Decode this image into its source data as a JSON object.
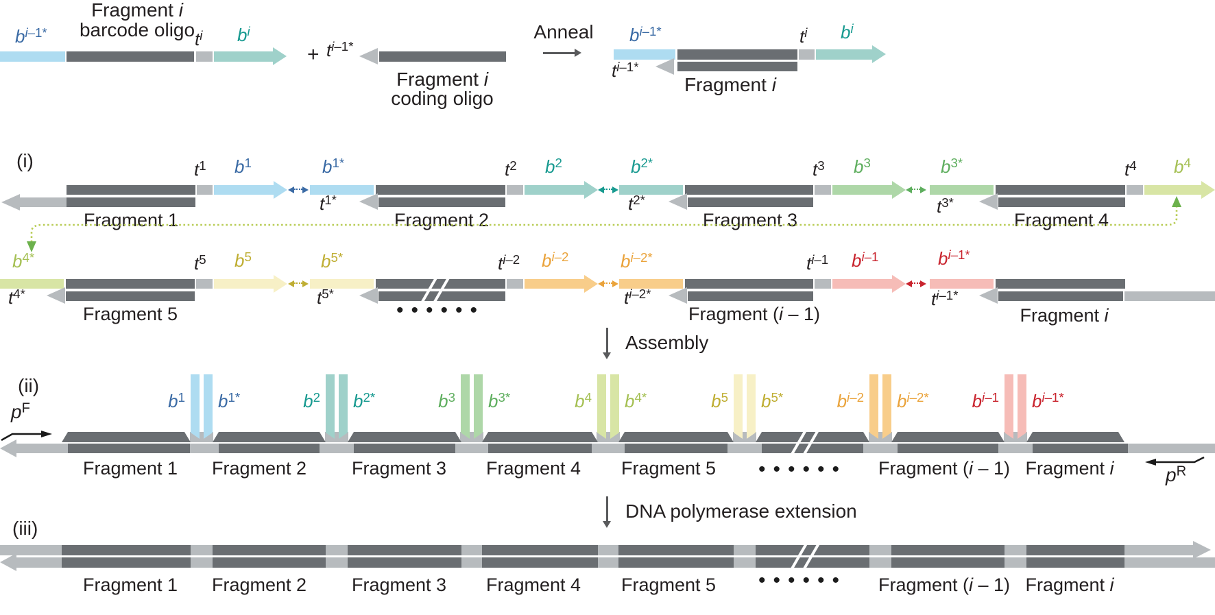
{
  "palette": {
    "dark_bar": "#6a6e72",
    "light_bar": "#b7bbbe",
    "blue_bar": "#aedcf1",
    "blue_text": "#3b6ba5",
    "teal_bar": "#9fd1ca",
    "teal_text": "#189a90",
    "green_bar": "#aed7a8",
    "green_text": "#5eae5e",
    "yellowgreen_bar": "#d8e5a5",
    "yellowgreen_text": "#a5c054",
    "yellow_bar": "#f7f0c6",
    "yellow_text": "#bfae33",
    "orange_bar": "#f8cd8a",
    "orange_text": "#eaa33b",
    "pink_bar": "#f6bcb7",
    "red_text": "#c9242e",
    "ink": "#231f20",
    "step_arrow": "#595a5c",
    "dotted_connector_line": "#b8cc55",
    "dotted_connector_head": "#6cb14c"
  },
  "top": {
    "title1": [
      {
        "t": "Fragment "
      },
      {
        "t": "i",
        "it": true
      }
    ],
    "title2": [
      {
        "t": "barcode oligo"
      }
    ],
    "plus": [
      {
        "t": "+"
      }
    ],
    "coding1": [
      {
        "t": "Fragment "
      },
      {
        "t": "i",
        "it": true
      }
    ],
    "coding2": [
      {
        "t": "coding oligo"
      }
    ],
    "anneal": [
      {
        "t": "Anneal"
      }
    ]
  },
  "markers": {
    "b1": [
      {
        "t": "b",
        "it": true
      },
      {
        "t": "1",
        "sup": true
      }
    ],
    "b1s": [
      {
        "t": "b",
        "it": true
      },
      {
        "t": "1*",
        "sup": true
      }
    ],
    "t1": [
      {
        "t": "t",
        "it": true
      },
      {
        "t": "1",
        "sup": true
      }
    ],
    "t1s": [
      {
        "t": "t",
        "it": true
      },
      {
        "t": "1*",
        "sup": true
      }
    ],
    "b2": [
      {
        "t": "b",
        "it": true
      },
      {
        "t": "2",
        "sup": true
      }
    ],
    "b2s": [
      {
        "t": "b",
        "it": true
      },
      {
        "t": "2*",
        "sup": true
      }
    ],
    "t2": [
      {
        "t": "t",
        "it": true
      },
      {
        "t": "2",
        "sup": true
      }
    ],
    "t2s": [
      {
        "t": "t",
        "it": true
      },
      {
        "t": "2*",
        "sup": true
      }
    ],
    "b3": [
      {
        "t": "b",
        "it": true
      },
      {
        "t": "3",
        "sup": true
      }
    ],
    "b3s": [
      {
        "t": "b",
        "it": true
      },
      {
        "t": "3*",
        "sup": true
      }
    ],
    "t3": [
      {
        "t": "t",
        "it": true
      },
      {
        "t": "3",
        "sup": true
      }
    ],
    "t3s": [
      {
        "t": "t",
        "it": true
      },
      {
        "t": "3*",
        "sup": true
      }
    ],
    "b4": [
      {
        "t": "b",
        "it": true
      },
      {
        "t": "4",
        "sup": true
      }
    ],
    "b4s": [
      {
        "t": "b",
        "it": true
      },
      {
        "t": "4*",
        "sup": true
      }
    ],
    "t4": [
      {
        "t": "t",
        "it": true
      },
      {
        "t": "4",
        "sup": true
      }
    ],
    "t4s": [
      {
        "t": "t",
        "it": true
      },
      {
        "t": "4*",
        "sup": true
      }
    ],
    "b5": [
      {
        "t": "b",
        "it": true
      },
      {
        "t": "5",
        "sup": true
      }
    ],
    "b5s": [
      {
        "t": "b",
        "it": true
      },
      {
        "t": "5*",
        "sup": true
      }
    ],
    "t5": [
      {
        "t": "t",
        "it": true
      },
      {
        "t": "5",
        "sup": true
      }
    ],
    "t5s": [
      {
        "t": "t",
        "it": true
      },
      {
        "t": "5*",
        "sup": true
      }
    ],
    "bi": [
      {
        "t": "b",
        "it": true
      },
      {
        "t": "i",
        "sup": true,
        "it": true
      }
    ],
    "ti": [
      {
        "t": "t",
        "it": true
      },
      {
        "t": "i",
        "sup": true,
        "it": true
      }
    ],
    "bim1": [
      {
        "t": "b",
        "it": true
      },
      {
        "t": "i",
        "sup": true,
        "it": true
      },
      {
        "t": "–1",
        "sup": true
      }
    ],
    "bim1s": [
      {
        "t": "b",
        "it": true
      },
      {
        "t": "i",
        "sup": true,
        "it": true
      },
      {
        "t": "–1*",
        "sup": true
      }
    ],
    "tim1": [
      {
        "t": "t",
        "it": true
      },
      {
        "t": "i",
        "sup": true,
        "it": true
      },
      {
        "t": "–1",
        "sup": true
      }
    ],
    "tim1s": [
      {
        "t": "t",
        "it": true
      },
      {
        "t": "i",
        "sup": true,
        "it": true
      },
      {
        "t": "–1*",
        "sup": true
      }
    ],
    "bim2": [
      {
        "t": "b",
        "it": true
      },
      {
        "t": "i",
        "sup": true,
        "it": true
      },
      {
        "t": "–2",
        "sup": true
      }
    ],
    "bim2s": [
      {
        "t": "b",
        "it": true
      },
      {
        "t": "i",
        "sup": true,
        "it": true
      },
      {
        "t": "–2*",
        "sup": true
      }
    ],
    "tim2": [
      {
        "t": "t",
        "it": true
      },
      {
        "t": "i",
        "sup": true,
        "it": true
      },
      {
        "t": "–2",
        "sup": true
      }
    ],
    "tim2s": [
      {
        "t": "t",
        "it": true
      },
      {
        "t": "i",
        "sup": true,
        "it": true
      },
      {
        "t": "–2*",
        "sup": true
      }
    ]
  },
  "fragments": {
    "f1": [
      {
        "t": "Fragment 1"
      }
    ],
    "f2": [
      {
        "t": "Fragment 2"
      }
    ],
    "f3": [
      {
        "t": "Fragment 3"
      }
    ],
    "f4": [
      {
        "t": "Fragment 4"
      }
    ],
    "f5": [
      {
        "t": "Fragment 5"
      }
    ],
    "fim1": [
      {
        "t": "Fragment ("
      },
      {
        "t": "i",
        "it": true
      },
      {
        "t": " – 1)"
      }
    ],
    "fi": [
      {
        "t": "Fragment "
      },
      {
        "t": "i",
        "it": true
      }
    ],
    "dots": [
      {
        "t": "••••••"
      }
    ]
  },
  "sections": {
    "i": [
      {
        "t": "(i)"
      }
    ],
    "ii": [
      {
        "t": "(ii)"
      }
    ],
    "iii": [
      {
        "t": "(iii)"
      }
    ]
  },
  "steps": {
    "assembly": [
      {
        "t": "Assembly"
      }
    ],
    "extension": [
      {
        "t": "DNA polymerase extension"
      }
    ]
  },
  "primers": {
    "pF": [
      {
        "t": "p",
        "it": true
      },
      {
        "t": "F",
        "sup": true
      }
    ],
    "pR": [
      {
        "t": "p",
        "it": true
      },
      {
        "t": "R",
        "sup": true
      }
    ]
  }
}
